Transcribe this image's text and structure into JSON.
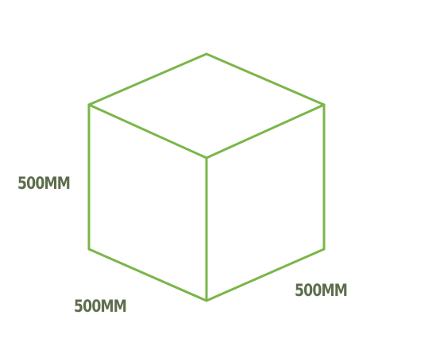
{
  "diagram": {
    "labels": {
      "height": "500MM",
      "depth": "500MM",
      "width": "500MM"
    },
    "colors": {
      "edge": "#7ab648",
      "label": "#5e6e4c"
    }
  }
}
